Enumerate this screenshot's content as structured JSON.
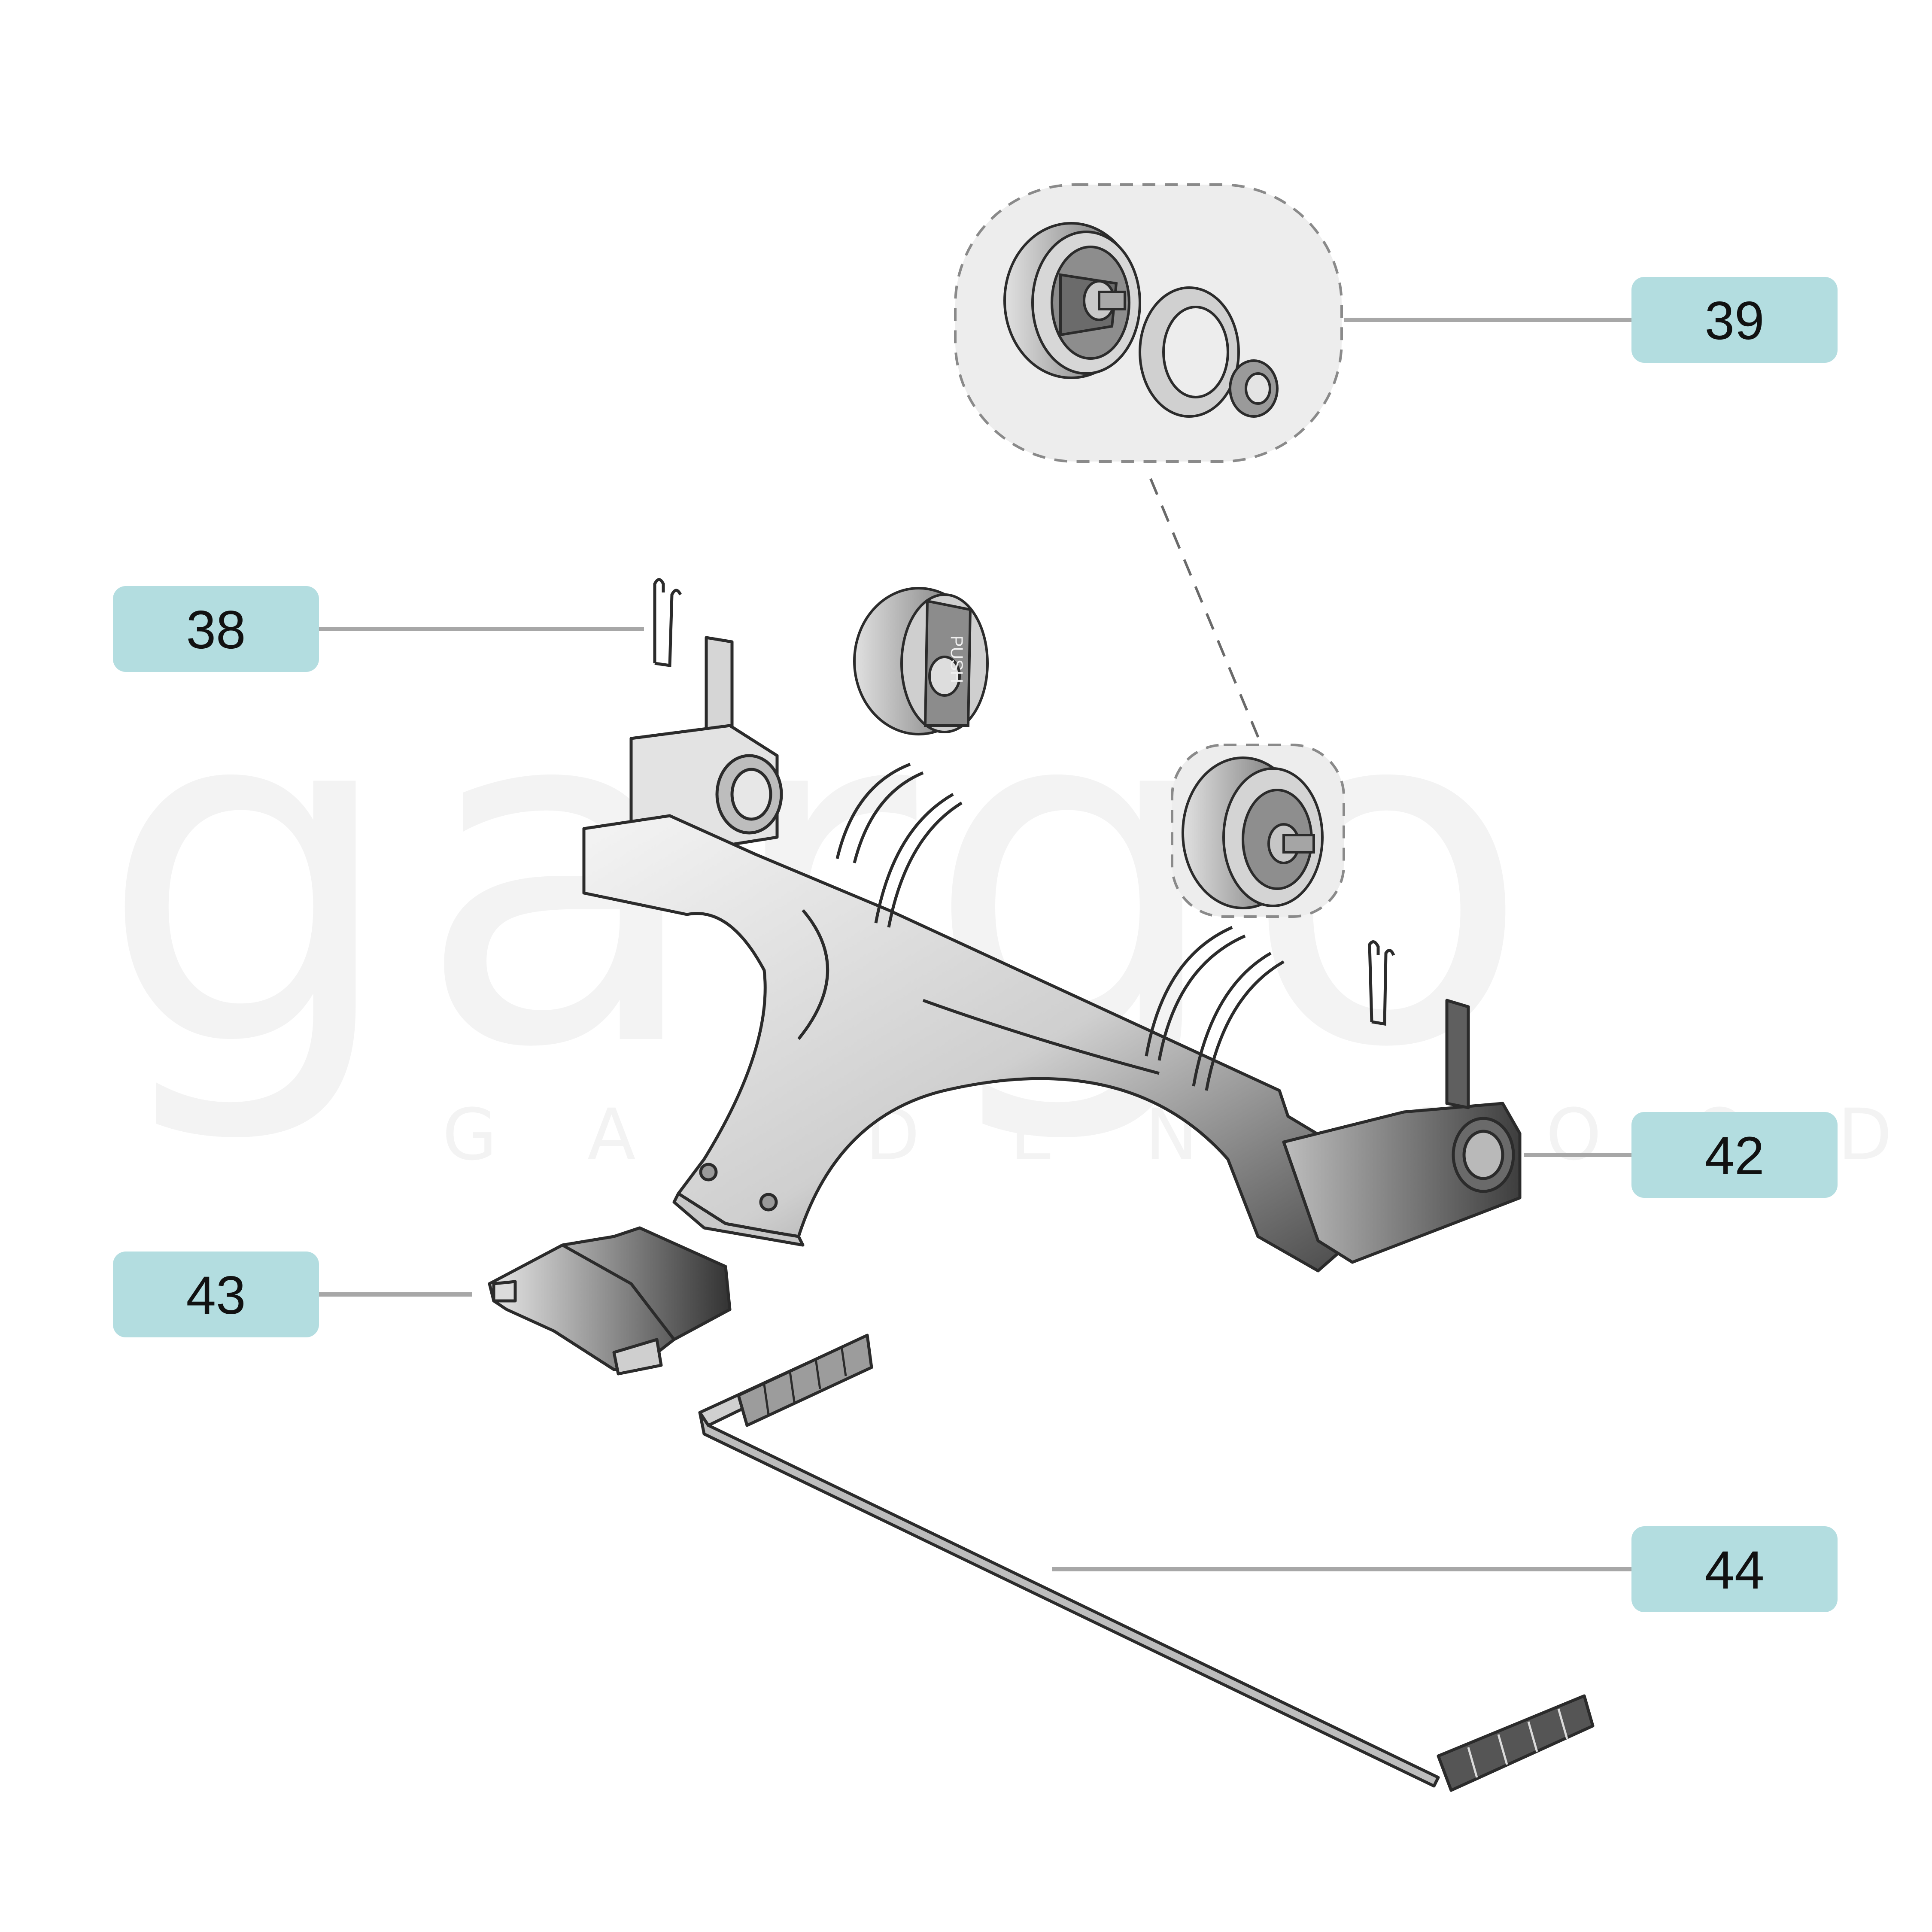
{
  "watermark": {
    "brand": "gargo",
    "tagline": "GARDEN GOODS"
  },
  "callouts": [
    {
      "id": "38",
      "label": "38",
      "part": "spring-clip"
    },
    {
      "id": "39",
      "label": "39",
      "part": "wheel-assembly"
    },
    {
      "id": "42",
      "label": "42",
      "part": "chassis-frame"
    },
    {
      "id": "43",
      "label": "43",
      "part": "bracket"
    },
    {
      "id": "44",
      "label": "44",
      "part": "axle-rod"
    }
  ],
  "colors": {
    "label_fill": "#b3dde0",
    "leader_line": "#a7a7a7",
    "outline": "#2b2b2b",
    "part_fill_light": "#e6e6e6",
    "part_fill_dark": "#5d5d5d",
    "callout_box_fill": "#ededed",
    "callout_box_stroke": "#8a8a8a"
  },
  "icons": {
    "push_text": "PUSH"
  }
}
